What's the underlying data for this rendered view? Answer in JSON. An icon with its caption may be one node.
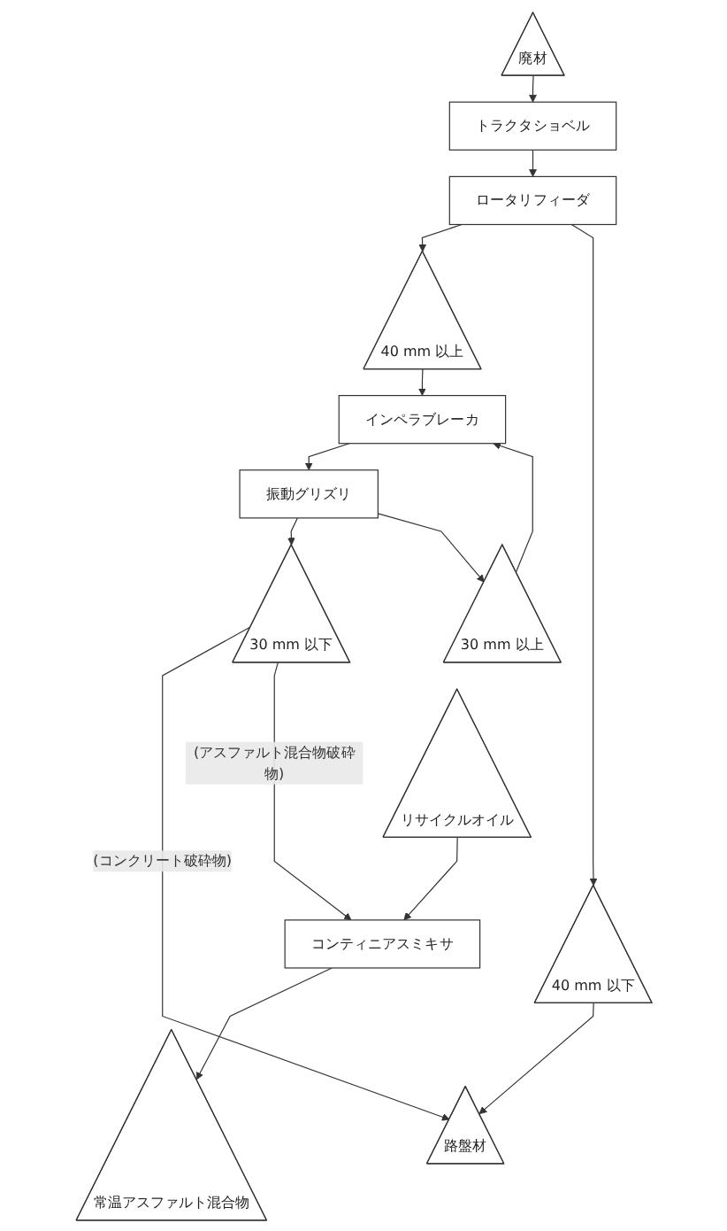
{
  "diagram": {
    "nodes": [
      {
        "text": [
          "廃材"
        ]
      },
      {
        "text": [
          "トラクタショベル"
        ]
      },
      {
        "text": [
          "ロータリフィーダ"
        ]
      },
      {
        "text": [
          "40 mm 以上"
        ]
      },
      {
        "text": [
          "40 mm 以下"
        ]
      },
      {
        "text": [
          "インペラブレーカ"
        ]
      },
      {
        "text": [
          "振動グリズリ"
        ]
      },
      {
        "text": [
          "30 mm 以下"
        ]
      },
      {
        "text": [
          "30 mm 以上"
        ]
      },
      {
        "text": [
          "コンティニアスミキサ"
        ]
      },
      {
        "text": [
          "リサイクルオイル"
        ]
      },
      {
        "text": [
          "常温アスファルト混合物"
        ]
      },
      {
        "text": [
          "路盤材"
        ]
      }
    ],
    "edges": [
      {
        "from": 0,
        "to": 1,
        "arrow": "to"
      },
      {
        "from": 1,
        "to": 2,
        "arrow": "to"
      },
      {
        "from": 2,
        "to": 3,
        "arrow": "to"
      },
      {
        "from": 2,
        "to": 4,
        "arrow": "to"
      },
      {
        "from": 3,
        "to": 5,
        "arrow": "to"
      },
      {
        "from": 5,
        "to": 6,
        "arrow": "to"
      },
      {
        "from": 6,
        "to": 7,
        "arrow": "to"
      },
      {
        "from": 6,
        "to": 8,
        "arrow": "to"
      },
      {
        "from": 8,
        "to": 5,
        "arrow": "to"
      },
      {
        "from": 7,
        "to": 12,
        "label": "(コンクリート破砕物)",
        "arrow": "to"
      },
      {
        "from": 7,
        "to": 9,
        "label": "(アスファルト混合物破砕物)",
        "arrow": "to"
      },
      {
        "from": 4,
        "to": 12,
        "arrow": "to"
      },
      {
        "from": 10,
        "to": 9,
        "arrow": "to"
      },
      {
        "from": 9,
        "to": 11,
        "arrow": "to"
      }
    ]
  }
}
